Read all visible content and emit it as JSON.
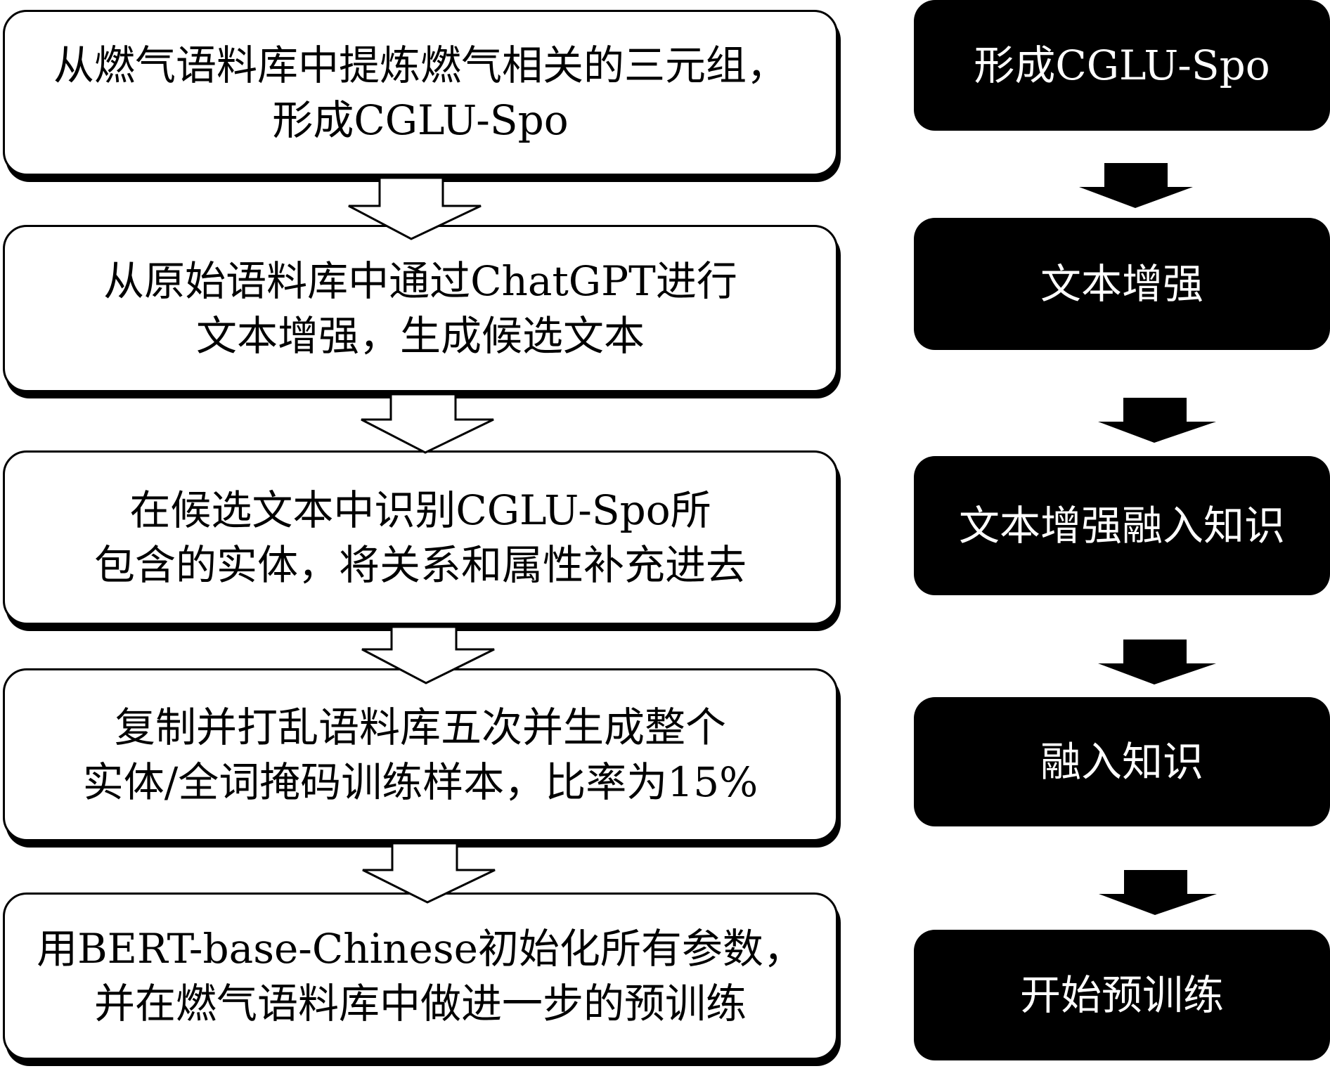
{
  "left_steps": [
    {
      "lines": [
        "从燃气语料库中提炼燃气相关的三元组，",
        "形成CGLU-Spo"
      ]
    },
    {
      "lines": [
        "从原始语料库中通过ChatGPT进行",
        "文本增强，生成候选文本"
      ]
    },
    {
      "lines": [
        "在候选文本中识别CGLU-Spo所",
        "包含的实体，将关系和属性补充进去"
      ]
    },
    {
      "lines": [
        "复制并打乱语料库五次并生成整个",
        "实体/全词掩码训练样本，比率为15%"
      ]
    },
    {
      "lines": [
        "用BERT-base-Chinese初始化所有参数，",
        "并在燃气语料库中做进一步的预训练"
      ]
    }
  ],
  "right_steps": [
    {
      "label": "形成CGLU-Spo"
    },
    {
      "label": "文本增强"
    },
    {
      "label": "文本增强融入知识"
    },
    {
      "label": "融入知识"
    },
    {
      "label": "开始预训练"
    }
  ],
  "colors": {
    "outline": "#000000",
    "fill_light": "#ffffff",
    "fill_dark": "#000000",
    "text_dark": "#000000",
    "text_light": "#ffffff"
  }
}
